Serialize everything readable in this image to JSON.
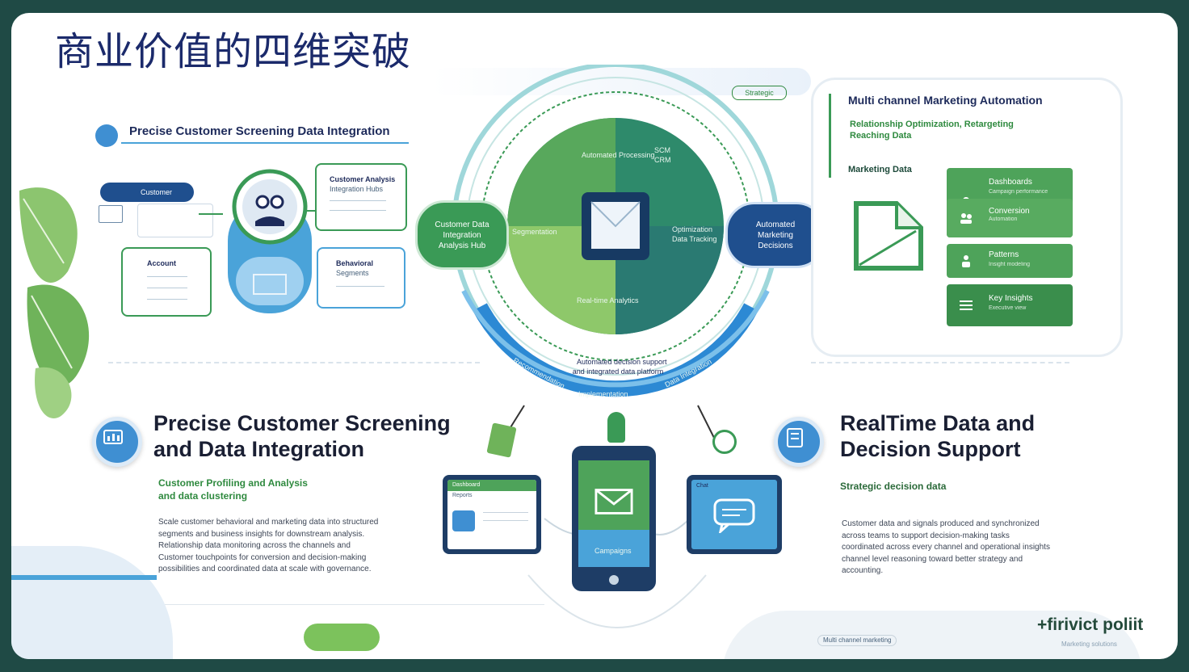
{
  "title": "商业价值的四维突破",
  "top_badge": "Strategic",
  "left_section": {
    "heading": "Precise Customer Screening Data Integration",
    "tag": "Customer",
    "card_a": {
      "title": "Customer Analysis",
      "sub": "Integration Hubs"
    },
    "card_b": {
      "title": "Behavioral",
      "sub": "Segments"
    },
    "card_c": {
      "title": "Account"
    }
  },
  "right_section": {
    "heading": "Multi channel Marketing Automation",
    "sub_line1": "Relationship Optimization, Retargeting",
    "sub_line2": "Reaching Data",
    "label": "Marketing Data",
    "cards": [
      {
        "label": "Dashboards",
        "sub": "Campaign performance"
      },
      {
        "label": "Conversion",
        "sub": "Automation"
      },
      {
        "label": "Patterns",
        "sub": "Insight modeling"
      },
      {
        "label": "Key Insights",
        "sub": "Executive view"
      }
    ]
  },
  "hub": {
    "top_label": "Automated Processing",
    "codes_top": "SCM\nCRM",
    "left_pill": "Customer Data\nIntegration\nAnalysis Hub",
    "right_pill": "Automated\nMarketing\nDecisions",
    "inner_left": "Segmentation",
    "inner_right": "Optimization\nData Tracking",
    "inner_bottom": "Real-time Analytics",
    "bottom_text": "Automated decision support\nand integrated data platform",
    "ring_bottom": "Implementation",
    "ring_left": "Recommendation",
    "ring_right": "Data Integration"
  },
  "bottom_left": {
    "heading_line1": "Precise Customer Screening",
    "heading_line2": "and Data Integration",
    "sub_line1": "Customer Profiling and Analysis",
    "sub_line2": "and data clustering",
    "para": [
      "Scale customer behavioral and marketing data into structured",
      "segments and business insights for downstream analysis.",
      "Relationship data monitoring across the channels and",
      "Customer touchpoints for conversion and decision-making",
      "possibilities and coordinated data at scale with governance."
    ]
  },
  "bottom_right": {
    "heading_line1": "RealTime Data and",
    "heading_line2": "Decision Support",
    "sub": "Strategic decision data",
    "para": [
      "Customer data and signals produced and synchronized",
      "across teams to support decision-making tasks",
      "coordinated across every channel and operational insights",
      "channel level reasoning toward better strategy and",
      "accounting."
    ]
  },
  "devices": {
    "tablet_header": "Dashboard",
    "tablet_item": "Reports",
    "phone_label": "Campaigns",
    "chat_label": "Chat"
  },
  "brand": {
    "logo": "+firivict poliit",
    "tagline": "Marketing solutions"
  },
  "footer_center": "Multi channel marketing"
}
